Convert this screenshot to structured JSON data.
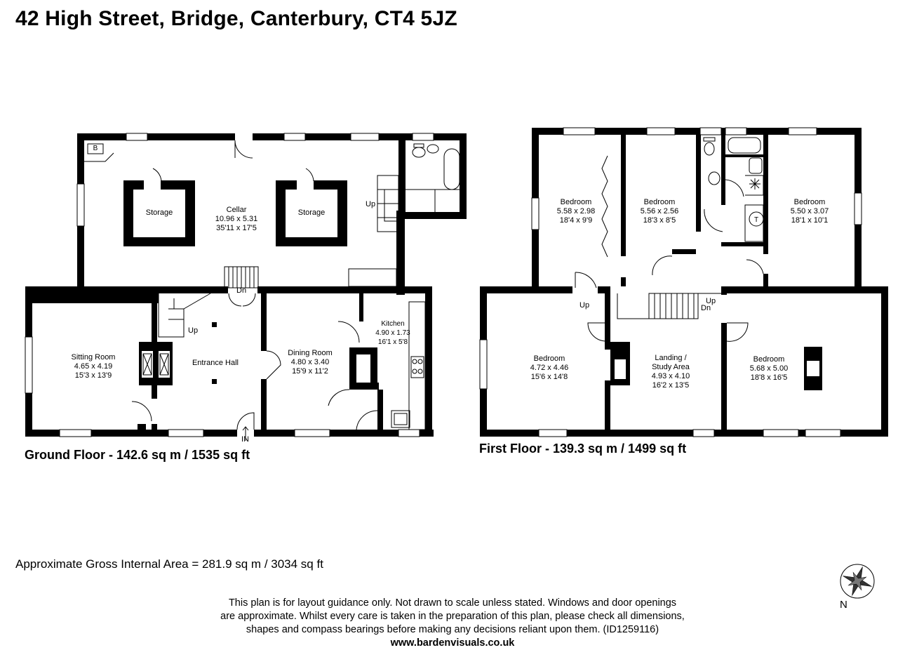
{
  "title": "42 High Street, Bridge, Canterbury, CT4 5JZ",
  "ground_floor": {
    "label": "Ground Floor - 142.6 sq m / 1535 sq ft",
    "rooms": {
      "cellar": {
        "name": "Cellar",
        "metric": "10.96 x 5.31",
        "imperial": "35'11 x 17'5"
      },
      "storage_left": {
        "name": "Storage"
      },
      "storage_right": {
        "name": "Storage"
      },
      "sitting": {
        "name": "Sitting Room",
        "metric": "4.65 x 4.19",
        "imperial": "15'3 x 13'9"
      },
      "entrance": {
        "name": "Entrance Hall"
      },
      "dining": {
        "name": "Dining Room",
        "metric": "4.80 x 3.40",
        "imperial": "15'9 x 11'2"
      },
      "kitchen": {
        "name": "Kitchen",
        "metric": "4.90 x 1.73",
        "imperial": "16'1 x 5'8"
      }
    },
    "tags": {
      "boiler": "B",
      "up_cellar": "Up",
      "dn": "Dn",
      "up_hall": "Up",
      "entry": "IN"
    }
  },
  "first_floor": {
    "label": "First Floor - 139.3 sq m / 1499 sq ft",
    "rooms": {
      "bed1": {
        "name": "Bedroom",
        "metric": "5.58 x 2.98",
        "imperial": "18'4 x 9'9"
      },
      "bed2": {
        "name": "Bedroom",
        "metric": "5.56 x 2.56",
        "imperial": "18'3 x 8'5"
      },
      "bed3": {
        "name": "Bedroom",
        "metric": "5.50 x 3.07",
        "imperial": "18'1 x 10'1"
      },
      "bed4": {
        "name": "Bedroom",
        "metric": "4.72 x 4.46",
        "imperial": "15'6 x 14'8"
      },
      "landing_line1": {
        "name": "Landing /"
      },
      "landing_line2": {
        "name": "Study Area",
        "metric": "4.93 x 4.10",
        "imperial": "16'2 x 13'5"
      },
      "bed5": {
        "name": "Bedroom",
        "metric": "5.68 x 5.00",
        "imperial": "18'8 x 16'5"
      }
    },
    "tags": {
      "up_left": "Up",
      "up_right": "Up",
      "dn": "Dn",
      "tank": "T"
    }
  },
  "gross_area": "Approximate Gross Internal Area = 281.9 sq m / 3034 sq ft",
  "compass": {
    "north": "N",
    "icon": "compass-rose-icon"
  },
  "disclaimer": {
    "line1": "This plan is for layout guidance only. Not drawn to scale unless stated. Windows and door openings",
    "line2": "are approximate. Whilst every care is taken in the preparation of this plan, please check all dimensions,",
    "line3": "shapes and compass bearings before making any decisions reliant upon them. (ID1259116)",
    "url": "www.bardenvisuals.co.uk"
  }
}
